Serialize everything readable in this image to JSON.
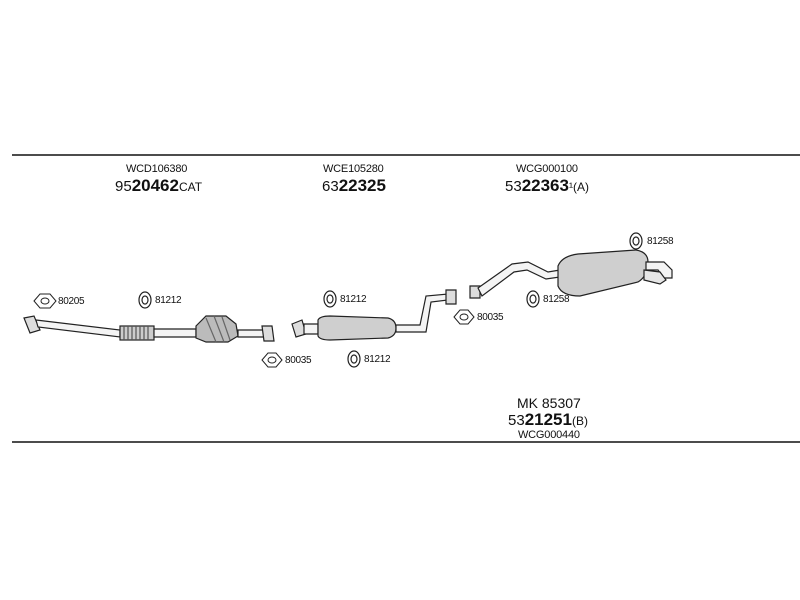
{
  "parts": [
    {
      "code": "WCD106380",
      "prefix": "95",
      "main": "20462",
      "suffix": "CAT"
    },
    {
      "code": "WCE105280",
      "prefix": "63",
      "main": "22325",
      "suffix": ""
    },
    {
      "code": "WCG000100",
      "prefix": "53",
      "main": "22363",
      "suffix": "¹(A)"
    },
    {
      "code": "WCG000440",
      "prefix": "53",
      "main": "21251",
      "suffix": "(B)",
      "kit": "MK 85307"
    }
  ],
  "hardware": {
    "gasket_80205": "80205",
    "clamp_81212_a": "81212",
    "gasket_80035_a": "80035",
    "clamp_81212_b": "81212",
    "clamp_81212_c": "81212",
    "gasket_80035_b": "80035",
    "hanger_81258_a": "81258",
    "hanger_81258_b": "81258"
  },
  "colors": {
    "line": "#111111",
    "background": "#ffffff"
  }
}
